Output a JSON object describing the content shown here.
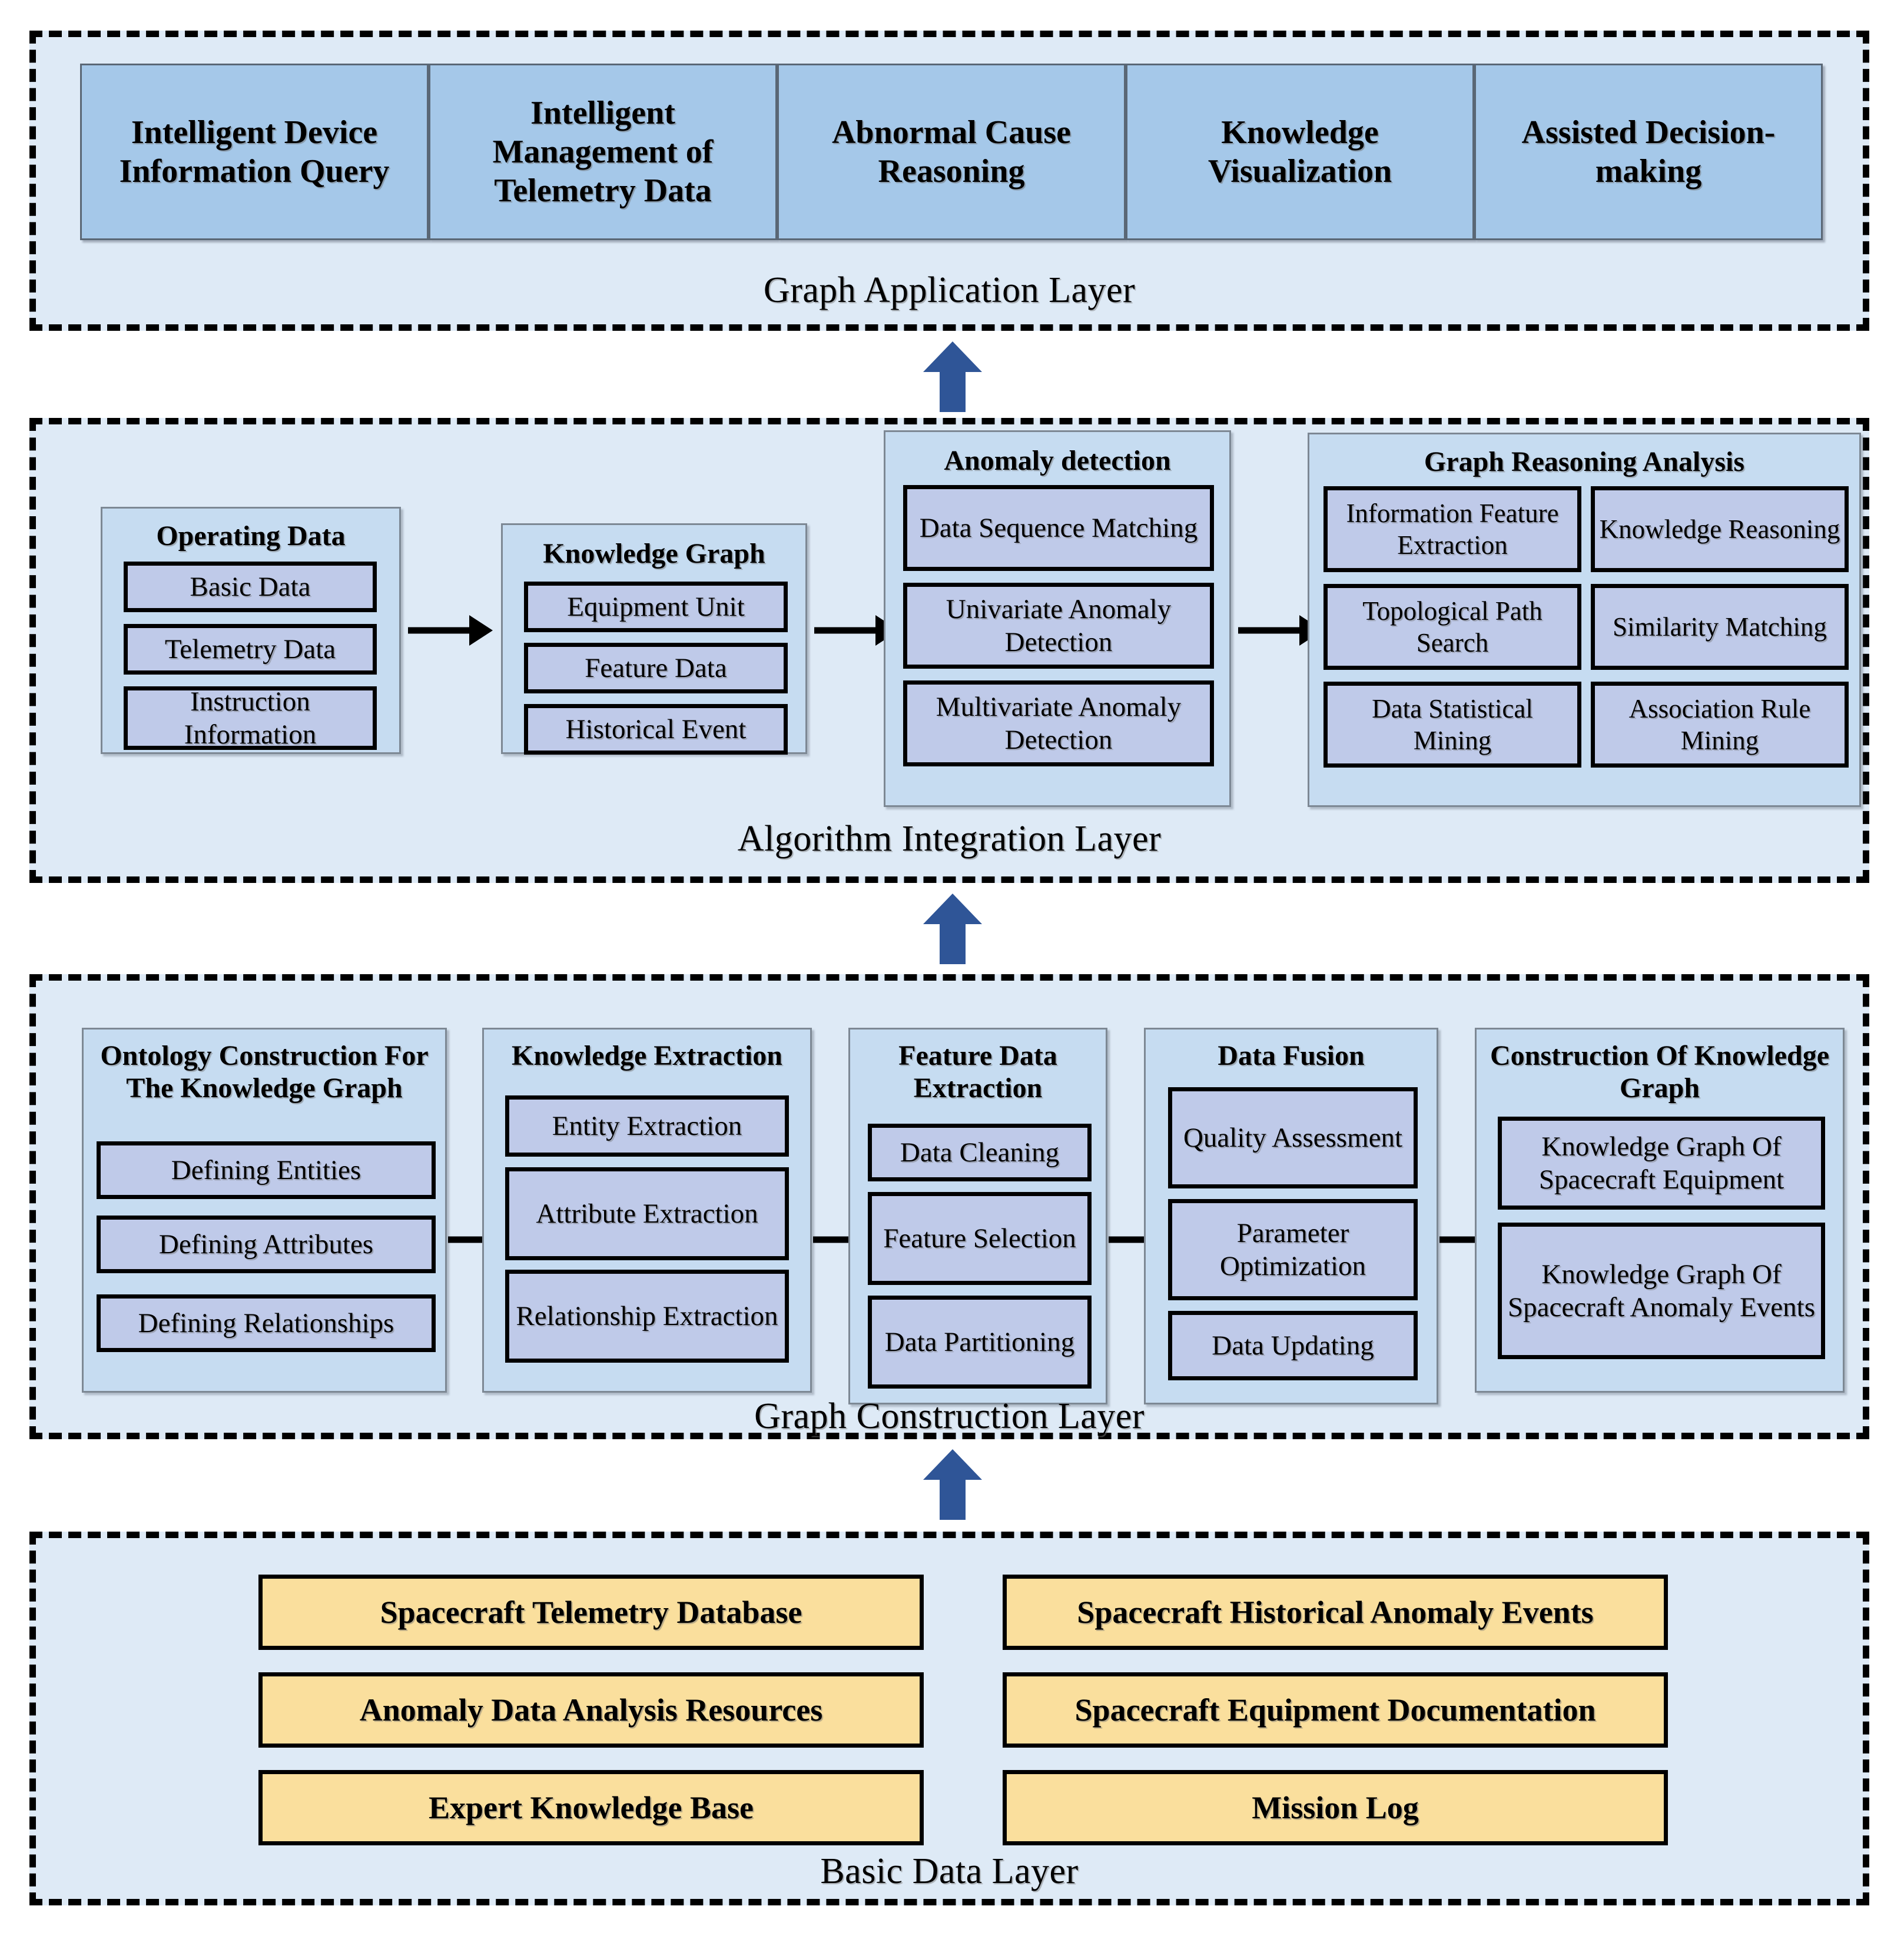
{
  "diagram": {
    "title": "Spacecraft Knowledge Graph System Architecture",
    "colors": {
      "layer_background": "#DEEAF6",
      "application_box": "#A5C8E9",
      "group_panel": "#C6DCF1",
      "leaf_box": "#BFCAE9",
      "basic_data_box": "#FADF9D",
      "up_arrow": "#2F5597",
      "flow_arrow": "#000000",
      "dashed_border": "#000000"
    }
  },
  "layers": {
    "application": {
      "label": "Graph Application Layer",
      "boxes": [
        {
          "label": "Intelligent Device Information Query"
        },
        {
          "label": "Intelligent Management of Telemetry Data"
        },
        {
          "label": "Abnormal Cause Reasoning"
        },
        {
          "label": "Knowledge Visualization"
        },
        {
          "label": "Assisted Decision-making"
        }
      ]
    },
    "algorithm": {
      "label": "Algorithm Integration Layer",
      "groups": [
        {
          "title": "Operating Data",
          "items": [
            "Basic Data",
            "Telemetry Data",
            "Instruction Information"
          ]
        },
        {
          "title": "Knowledge Graph",
          "items": [
            "Equipment Unit",
            "Feature Data",
            "Historical Event"
          ]
        },
        {
          "title": "Anomaly detection",
          "items": [
            "Data Sequence Matching",
            "Univariate Anomaly Detection",
            "Multivariate Anomaly Detection"
          ]
        },
        {
          "title": "Graph Reasoning Analysis",
          "items": [
            "Information Feature Extraction",
            "Knowledge Reasoning",
            "Topological Path Search",
            "Similarity Matching",
            "Data Statistical Mining",
            "Association Rule Mining"
          ]
        }
      ]
    },
    "construction": {
      "label": "Graph Construction Layer",
      "groups": [
        {
          "title": "Ontology Construction For The Knowledge Graph",
          "items": [
            "Defining Entities",
            "Defining Attributes",
            "Defining Relationships"
          ]
        },
        {
          "title": "Knowledge Extraction",
          "items": [
            "Entity Extraction",
            "Attribute Extraction",
            "Relationship Extraction"
          ]
        },
        {
          "title": "Feature Data Extraction",
          "items": [
            "Data Cleaning",
            "Feature Selection",
            "Data Partitioning"
          ]
        },
        {
          "title": "Data Fusion",
          "items": [
            "Quality Assessment",
            "Parameter Optimization",
            "Data Updating"
          ]
        },
        {
          "title": "Construction Of Knowledge Graph",
          "items": [
            "Knowledge Graph Of Spacecraft Equipment",
            "Knowledge Graph Of Spacecraft Anomaly Events"
          ]
        }
      ]
    },
    "basic": {
      "label": "Basic Data Layer",
      "left_column": [
        "Spacecraft Telemetry Database",
        "Anomaly Data Analysis Resources",
        "Expert Knowledge Base"
      ],
      "right_column": [
        "Spacecraft Historical Anomaly Events",
        "Spacecraft Equipment Documentation",
        "Mission Log"
      ]
    }
  },
  "connectors": {
    "up_arrows": [
      {
        "from": "Algorithm Integration Layer",
        "to": "Graph Application Layer"
      },
      {
        "from": "Graph Construction Layer",
        "to": "Algorithm Integration Layer"
      },
      {
        "from": "Basic Data Layer",
        "to": "Graph Construction Layer"
      }
    ],
    "flow_arrows_algorithm": [
      {
        "from": "Operating Data",
        "to": "Knowledge Graph"
      },
      {
        "from": "Knowledge Graph",
        "to": "Anomaly detection"
      },
      {
        "from": "Anomaly detection",
        "to": "Graph Reasoning Analysis"
      }
    ],
    "flow_arrows_construction": [
      {
        "from": "Ontology Construction For The Knowledge Graph",
        "to": "Knowledge Extraction"
      },
      {
        "from": "Knowledge Extraction",
        "to": "Feature Data Extraction"
      },
      {
        "from": "Feature Data Extraction",
        "to": "Data Fusion"
      },
      {
        "from": "Data Fusion",
        "to": "Construction Of Knowledge Graph"
      }
    ]
  }
}
